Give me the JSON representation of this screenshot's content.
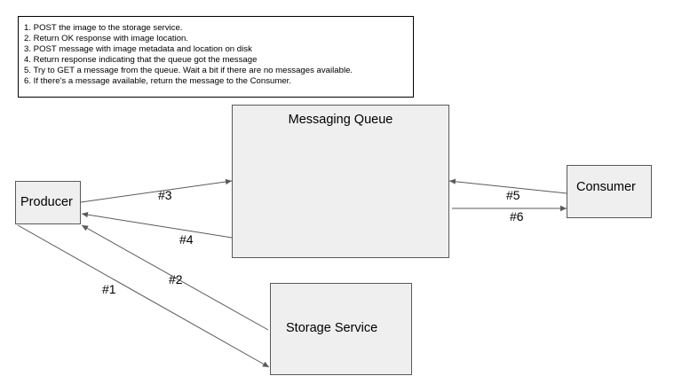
{
  "legend": {
    "lines": [
      "1. POST the image to the storage service.",
      "2. Return OK response with image location.",
      "3. POST message with image metadata and location on disk",
      "4. Return response indicating that the queue got the message",
      "5. Try to GET a message from the queue. Wait a bit if there are no messages available.",
      "6. If there's a message available, return the message to the Consumer."
    ]
  },
  "nodes": {
    "producer": "Producer",
    "queue": "Messaging Queue",
    "consumer": "Consumer",
    "storage": "Storage Service"
  },
  "edges": {
    "e1": "#1",
    "e2": "#2",
    "e3": "#3",
    "e4": "#4",
    "e5": "#5",
    "e6": "#6"
  },
  "colors": {
    "box_fill": "#efefef",
    "box_border": "#595959",
    "arrow": "#595959"
  }
}
